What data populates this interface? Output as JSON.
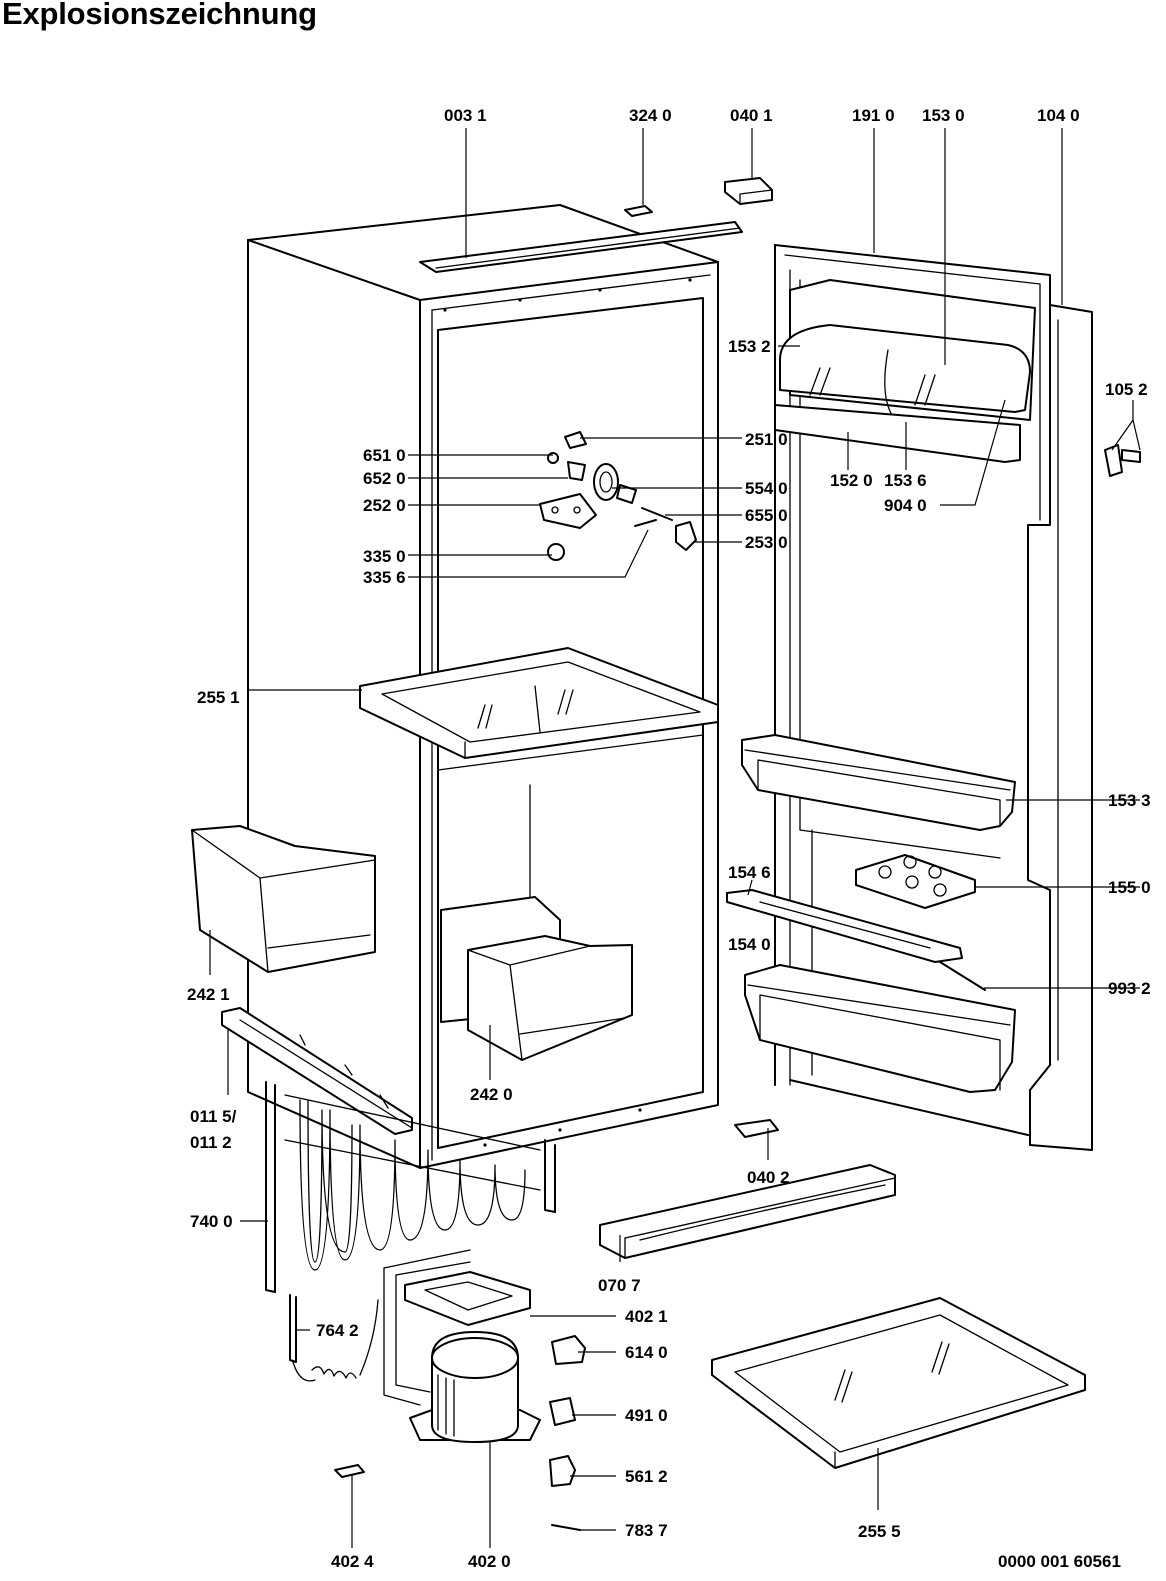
{
  "title": "Explosionszeichnung",
  "drawing_number": "0000 001 60561",
  "parts": {
    "p0031": "003 1",
    "p3240": "324 0",
    "p0401": "040 1",
    "p1910": "191 0",
    "p1530": "153 0",
    "p1040": "104 0",
    "p1532": "153 2",
    "p1052": "105 2",
    "p6510": "651 0",
    "p2510": "251 0",
    "p6520": "652 0",
    "p5540": "554 0",
    "p2520": "252 0",
    "p6550": "655 0",
    "p2530": "253 0",
    "p3350": "335 0",
    "p3356": "335 6",
    "p1520": "152 0",
    "p1536": "153 6",
    "p9040": "904 0",
    "p2551": "255 1",
    "p1533": "153 3",
    "p1546": "154 6",
    "p1550": "155 0",
    "p1540": "154 0",
    "p9932": "993 2",
    "p2421": "242 1",
    "p2420": "242 0",
    "p0115": "011 5/",
    "p0112": "011 2",
    "p7400": "740 0",
    "p0402": "040 2",
    "p0707": "070 7",
    "p4021": "402 1",
    "p7642": "764 2",
    "p6140": "614 0",
    "p4910": "491 0",
    "p5612": "561 2",
    "p7837": "783 7",
    "p2555": "255 5",
    "p4024": "402 4",
    "p4020": "402 0"
  }
}
